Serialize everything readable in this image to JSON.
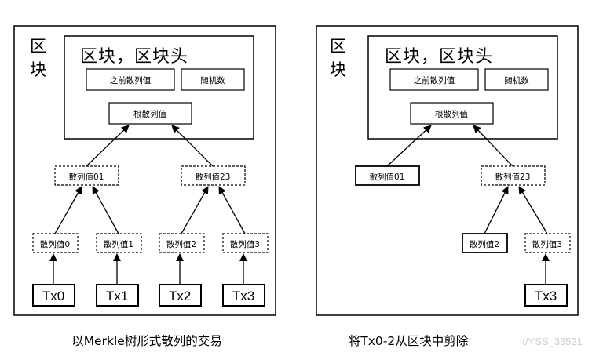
{
  "left_diagram": {
    "block_label": [
      "区",
      "块"
    ],
    "header_title": "区块，区块头",
    "prev_hash": "之前散列值",
    "nonce": "随机数",
    "root_hash": "根散列值",
    "hash01": "散列值01",
    "hash23": "散列值23",
    "hash0": "散列值0",
    "hash1": "散列值1",
    "hash2": "散列值2",
    "hash3": "散列值3",
    "tx0": "Tx0",
    "tx1": "Tx1",
    "tx2": "Tx2",
    "tx3": "Tx3",
    "caption": "以Merkle树形式散列的交易"
  },
  "right_diagram": {
    "block_label": [
      "区",
      "块"
    ],
    "header_title": "区块，区块头",
    "prev_hash": "之前散列值",
    "nonce": "随机数",
    "root_hash": "根散列值",
    "hash01": "散列值01",
    "hash23": "散列值23",
    "hash2": "散列值2",
    "hash3": "散列值3",
    "tx3": "Tx3",
    "caption": "将Tx0-2从区块中剪除"
  },
  "watermark": "t/YSS_33521"
}
